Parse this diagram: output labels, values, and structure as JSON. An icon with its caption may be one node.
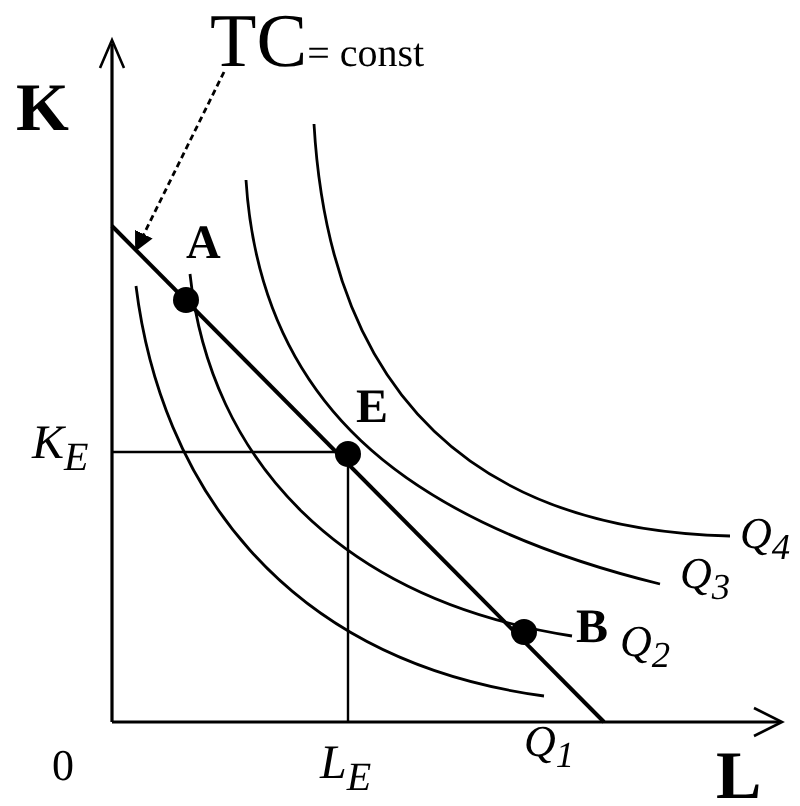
{
  "diagram": {
    "nodes": [
      {
        "text": [
          "TC",
          "= const"
        ]
      },
      {
        "text": [],
        "shape": "line"
      }
    ],
    "edges": [
      {
        "from": 0,
        "to": 1,
        "arrow": "to",
        "style": "dashed"
      }
    ],
    "labels": [
      "K",
      "A",
      "E",
      "K$_{E}$",
      "Q$_{4}$",
      "Q$_{3}$",
      "B",
      "Q$_{2}$",
      "0",
      "L$_{E}$",
      "Q$_{1}$",
      "L"
    ]
  }
}
